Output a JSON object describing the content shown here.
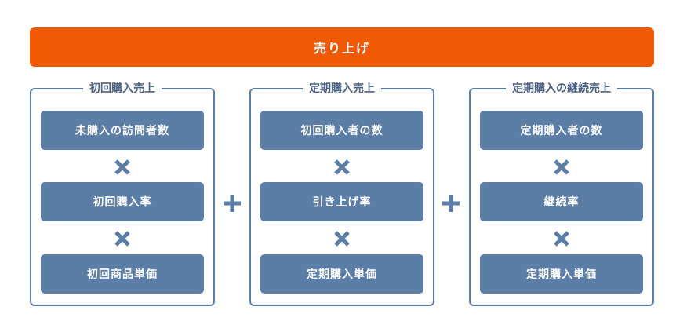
{
  "banner": {
    "label": "売り上げ"
  },
  "groups": [
    {
      "title": "初回購入売上",
      "items": [
        "未購入の訪問者数",
        "初回購入率",
        "初回商品単価"
      ]
    },
    {
      "title": "定期購入売上",
      "items": [
        "初回購入者の数",
        "引き上げ率",
        "定期購入単価"
      ]
    },
    {
      "title": "定期購入の継続売上",
      "items": [
        "定期購入者の数",
        "継続率",
        "定期購入単価"
      ]
    }
  ],
  "colors": {
    "banner": "#f05a00",
    "box": "#5c7ea6",
    "border": "#5c7ea6",
    "title_text": "#4a5f80"
  },
  "icons": {
    "multiply": "multiply-icon",
    "plus": "plus-icon"
  }
}
